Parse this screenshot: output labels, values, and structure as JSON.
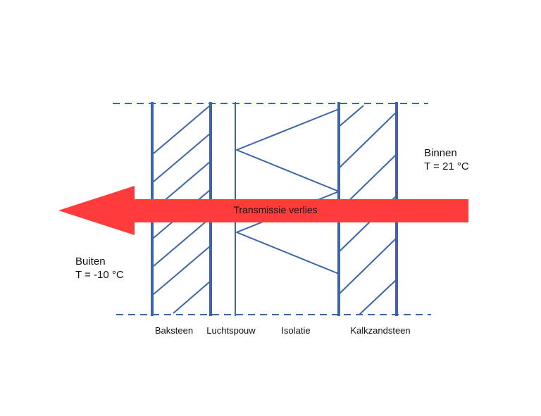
{
  "colors": {
    "structure": "#3b65a8",
    "arrow": "#ff3b3b",
    "text": "#111111",
    "background": "#ffffff"
  },
  "arrow": {
    "label": "Transmissie verlies",
    "direction": "left"
  },
  "inside": {
    "title": "Binnen",
    "temperature": "T = 21 °C"
  },
  "outside": {
    "title": "Buiten",
    "temperature": "T = -10 °C"
  },
  "layers": [
    {
      "label": "Baksteen",
      "pattern": "diagonal-hatch"
    },
    {
      "label": "Luchtspouw",
      "pattern": "empty"
    },
    {
      "label": "Isolatie",
      "pattern": "zigzag"
    },
    {
      "label": "Kalkzandsteen",
      "pattern": "diagonal-hatch"
    }
  ]
}
